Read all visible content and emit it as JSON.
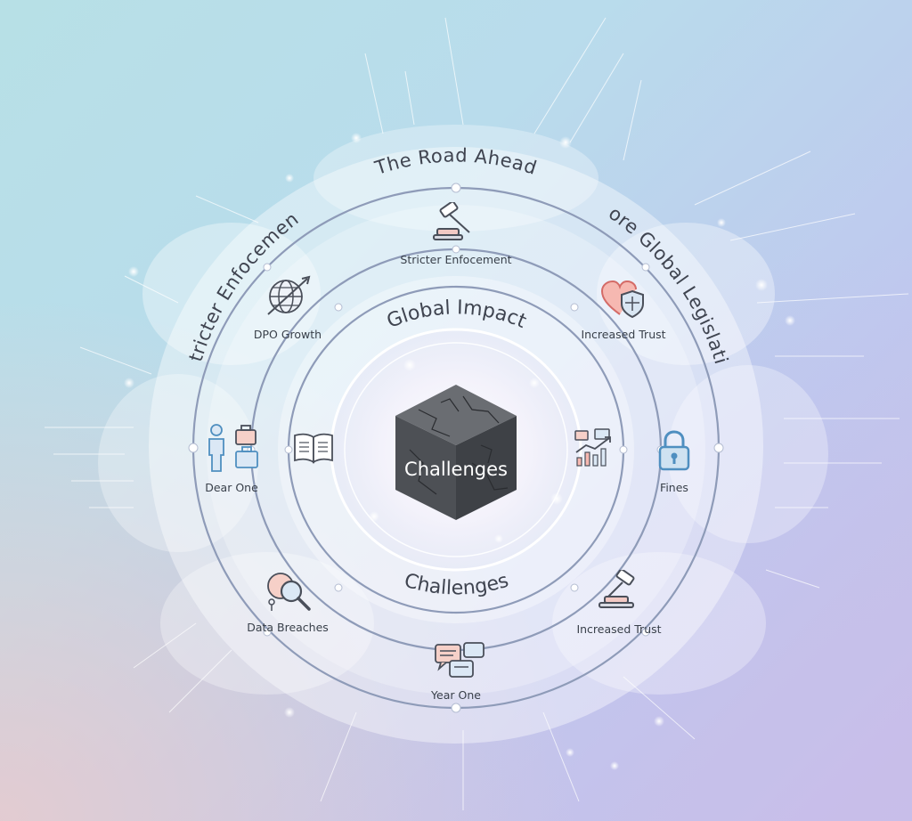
{
  "center": {
    "label": "Challenges"
  },
  "rings": {
    "outer_top": "The Road Ahead",
    "outer_left": "Stricter Enfocement",
    "outer_right": "More Global Legislation",
    "inner_top": "Global Impact",
    "inner_bottom": "Challenges"
  },
  "nodes": [
    {
      "label": "Stricter Enfocement",
      "icon": "gavel-icon"
    },
    {
      "label": "Increased Trust",
      "icon": "heart-shield-icon"
    },
    {
      "label": "Fines",
      "icon": "padlock-icon"
    },
    {
      "label": "Increased Trust",
      "icon": "gavel-icon"
    },
    {
      "label": "Year One",
      "icon": "chat-bubbles-icon"
    },
    {
      "label": "Data Breaches",
      "icon": "magnifier-icon"
    },
    {
      "label": "Dear One",
      "icon": "person-briefcase-icon"
    },
    {
      "label": "DPO Growth",
      "icon": "globe-icon"
    }
  ],
  "inner_icons": [
    "book-icon",
    "chart-icon"
  ],
  "colors": {
    "ring": "#8e9bb8",
    "accent_red": "#e07b7b",
    "accent_blue": "#4f8fc0",
    "cube": "#55585d"
  }
}
